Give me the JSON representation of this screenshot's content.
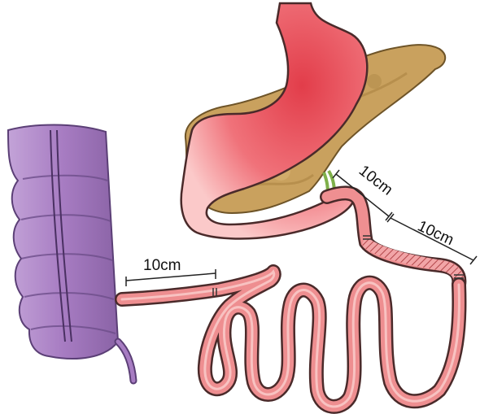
{
  "labels": {
    "dim_colon_side": "10cm",
    "dim_duodenum": "10cm",
    "dim_jejunum_resected": "10cm"
  },
  "colors": {
    "stomach": "#e8525c",
    "stomach_light": "#f7a3a6",
    "pancreas": "#c9a15e",
    "pancreas_dark": "#8a6a34",
    "intestine": "#ee8e90",
    "intestine_light": "#fcd8d6",
    "colon": "#a77cc2",
    "colon_dark": "#5b3f76",
    "vessel": "#8fbf5a",
    "outline": "#4a2a2a"
  },
  "icons": {
    "stomach": "stomach-illustration",
    "pancreas": "pancreas-illustration",
    "colon": "colon-illustration",
    "small_intestine": "small-intestine-illustration"
  }
}
